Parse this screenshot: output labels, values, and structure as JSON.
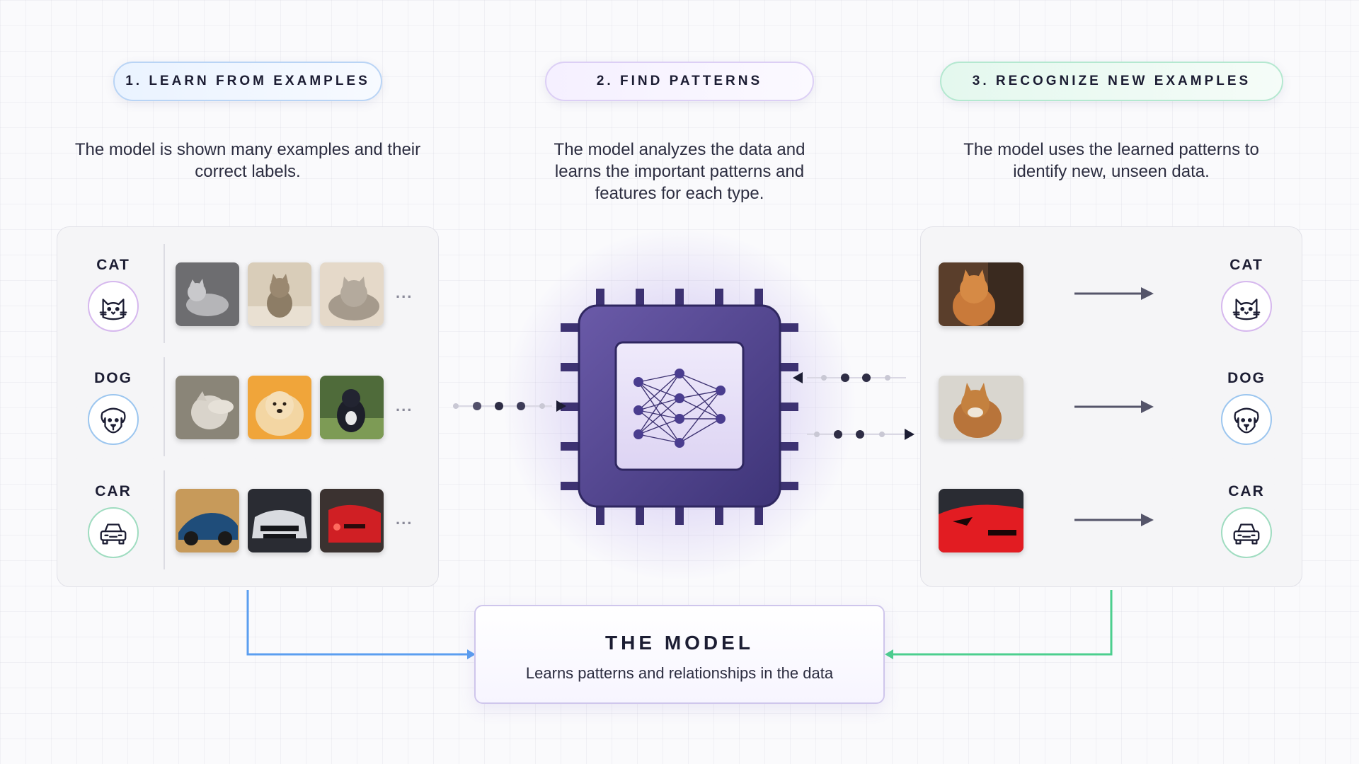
{
  "steps": [
    {
      "title": "1. LEARN FROM EXAMPLES",
      "description": "The model is shown many examples and their correct labels."
    },
    {
      "title": "2. FIND PATTERNS",
      "description": "The model analyzes the data and learns the important patterns and features for each type."
    },
    {
      "title": "3. RECOGNIZE NEW EXAMPLES",
      "description": "The model uses the learned patterns to identify new, unseen data."
    }
  ],
  "categories": [
    {
      "label": "CAT",
      "icon": "cat-icon",
      "color": "#d6b8ee"
    },
    {
      "label": "DOG",
      "icon": "dog-icon",
      "color": "#9cc6ef"
    },
    {
      "label": "CAR",
      "icon": "car-icon",
      "color": "#9fdcc0"
    }
  ],
  "more_indicator": "...",
  "model": {
    "title": "THE MODEL",
    "subtitle": "Learns patterns and relationships in the data"
  },
  "colors": {
    "accent_purple": "#4a3d8f",
    "flow_blue": "#5b9ef0",
    "flow_green": "#4ccf8e"
  }
}
